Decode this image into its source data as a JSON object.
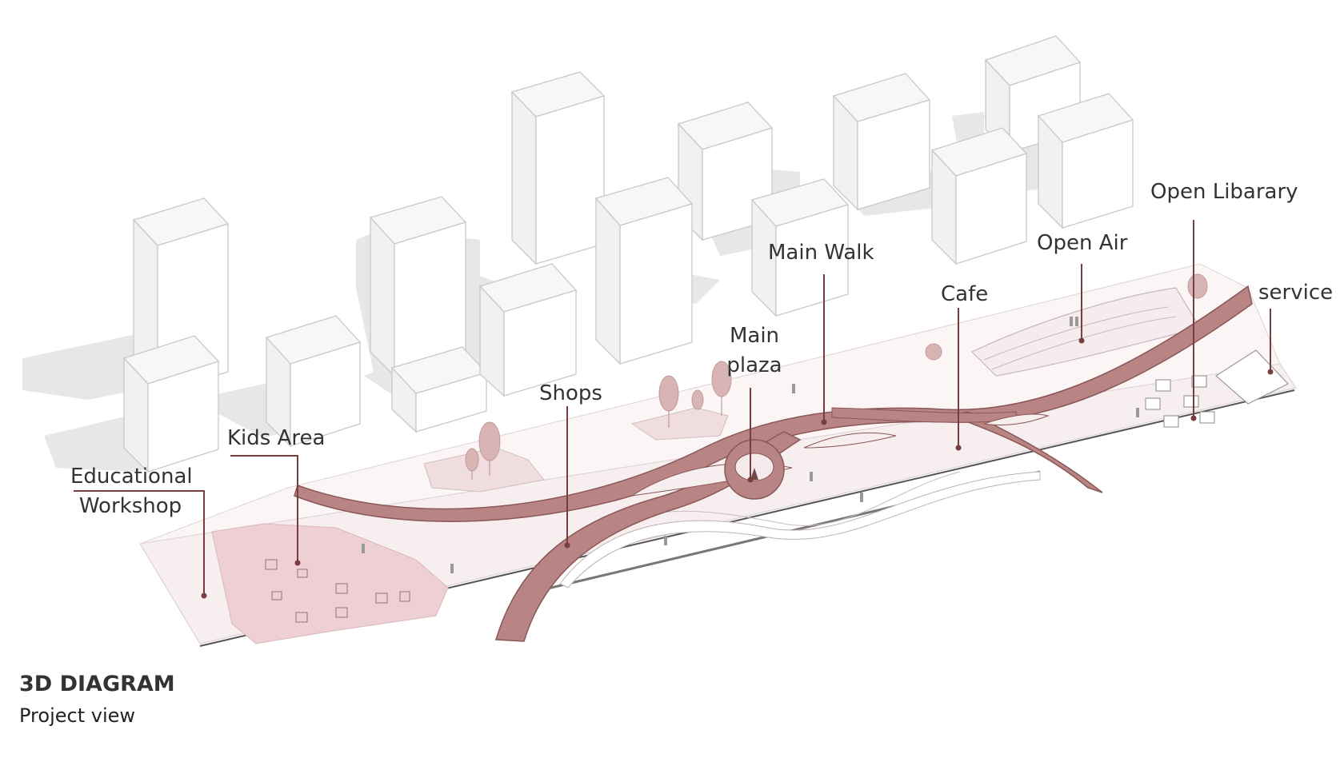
{
  "colors": {
    "walkway": "#b98584",
    "walkway_edge": "#8a5656",
    "leader": "#7a3d3f",
    "ground": "#f7eef0",
    "plaza_fill": "#f2dfe2",
    "building_face": "#ffffff",
    "building_side": "#f3f3f3",
    "building_line": "#c9c9c9",
    "shadow": "#e6e6e6",
    "text": "#333333"
  },
  "labels": {
    "educational_line1": "Educational",
    "educational_line2": "Workshop",
    "kids_area": "Kids Area",
    "shops": "Shops",
    "main_plaza_line1": "Main",
    "main_plaza_line2": "plaza",
    "main_walk": "Main Walk",
    "cafe": "Cafe",
    "open_air": "Open Air",
    "open_library": "Open Libarary",
    "service": "service"
  },
  "caption": {
    "title": "3D DIAGRAM",
    "subtitle": "Project view"
  }
}
